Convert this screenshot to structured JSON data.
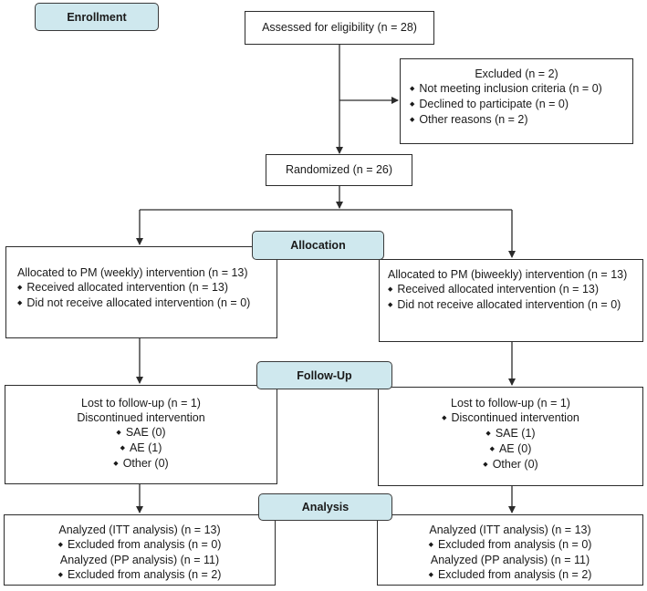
{
  "stages": {
    "enrollment": "Enrollment",
    "allocation": "Allocation",
    "followup": "Follow-Up",
    "analysis": "Analysis"
  },
  "assessed": "Assessed for eligibility (n = 28)",
  "excluded": {
    "title": "Excluded (n = 2)",
    "items": [
      "Not meeting inclusion criteria (n = 0)",
      "Declined to participate (n = 0)",
      "Other reasons (n = 2)"
    ]
  },
  "randomized": "Randomized (n = 26)",
  "arms": [
    {
      "allocation": {
        "title": "Allocated to PM (weekly) intervention (n = 13)",
        "items": [
          "Received allocated intervention (n = 13)",
          "Did not receive allocated intervention (n = 0)"
        ]
      },
      "followup": {
        "lost": "Lost to follow-up (n = 1)",
        "discontinued": "Discontinued intervention",
        "items": [
          "SAE (0)",
          "AE (1)",
          "Other (0)"
        ]
      },
      "analysis": {
        "itt": "Analyzed (ITT analysis) (n = 13)",
        "itt_excluded": "Excluded from analysis (n = 0)",
        "pp": "Analyzed (PP analysis) (n = 11)",
        "pp_excluded": "Excluded from analysis (n = 2)"
      }
    },
    {
      "allocation": {
        "title": "Allocated to PM (biweekly) intervention (n = 13)",
        "items": [
          "Received allocated intervention (n = 13)",
          "Did not receive allocated intervention (n = 0)"
        ]
      },
      "followup": {
        "lost": "Lost to follow-up (n = 1)",
        "discontinued": "Discontinued intervention",
        "items": [
          "SAE (1)",
          "AE (0)",
          "Other (0)"
        ]
      },
      "analysis": {
        "itt": "Analyzed (ITT analysis) (n = 13)",
        "itt_excluded": "Excluded from analysis (n = 0)",
        "pp": "Analyzed (PP analysis) (n = 11)",
        "pp_excluded": "Excluded from analysis (n = 2)"
      }
    }
  ],
  "colors": {
    "stage_fill": "#cfe8ee",
    "line": "#2b2b2b"
  }
}
